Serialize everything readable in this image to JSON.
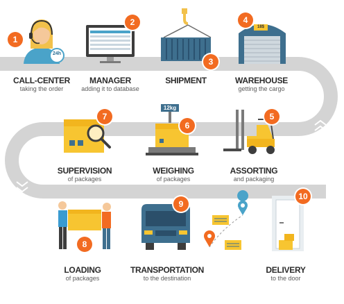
{
  "steps": [
    {
      "number": "1",
      "title": "CALL-CENTER",
      "subtitle": "taking the order",
      "icon": "call-center-operator-icon"
    },
    {
      "number": "2",
      "title": "MANAGER",
      "subtitle": "adding it to database",
      "icon": "computer-monitor-icon"
    },
    {
      "number": "3",
      "title": "SHIPMENT",
      "subtitle": "",
      "icon": "crane-container-icon"
    },
    {
      "number": "4",
      "title": "WAREHOUSE",
      "subtitle": "getting the cargo",
      "icon": "warehouse-icon"
    },
    {
      "number": "5",
      "title": "ASSORTING",
      "subtitle": "and packaging",
      "icon": "forklift-icon"
    },
    {
      "number": "6",
      "title": "WEIGHING",
      "subtitle": "of packages",
      "icon": "scale-icon"
    },
    {
      "number": "7",
      "title": "SUPERVISION",
      "subtitle": "of packages",
      "icon": "magnifier-box-icon"
    },
    {
      "number": "8",
      "title": "LOADING",
      "subtitle": "of packages",
      "icon": "workers-carrying-box-icon"
    },
    {
      "number": "9",
      "title": "TRANSPORTATION",
      "subtitle": "to the destination",
      "icon": "truck-icon"
    },
    {
      "number": "10",
      "title": "DELIVERY",
      "subtitle": "to the door",
      "icon": "door-package-icon"
    }
  ],
  "phone_badge": "24h",
  "warehouse_sign": "18$",
  "scale_reading": "12kg",
  "colors": {
    "accent": "#f26b21",
    "road": "#d4d4d4",
    "box": "#f7c531",
    "steel": "#3e6f8e"
  }
}
